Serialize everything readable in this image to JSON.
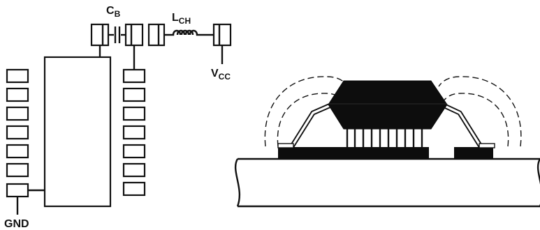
{
  "labels": {
    "cap": "C",
    "cap_sub": "B",
    "ind": "L",
    "ind_sub": "CH",
    "vcc": "V",
    "vcc_sub": "CC",
    "gnd": "GND"
  },
  "colors": {
    "ink": "#111111",
    "background": "#ffffff"
  }
}
